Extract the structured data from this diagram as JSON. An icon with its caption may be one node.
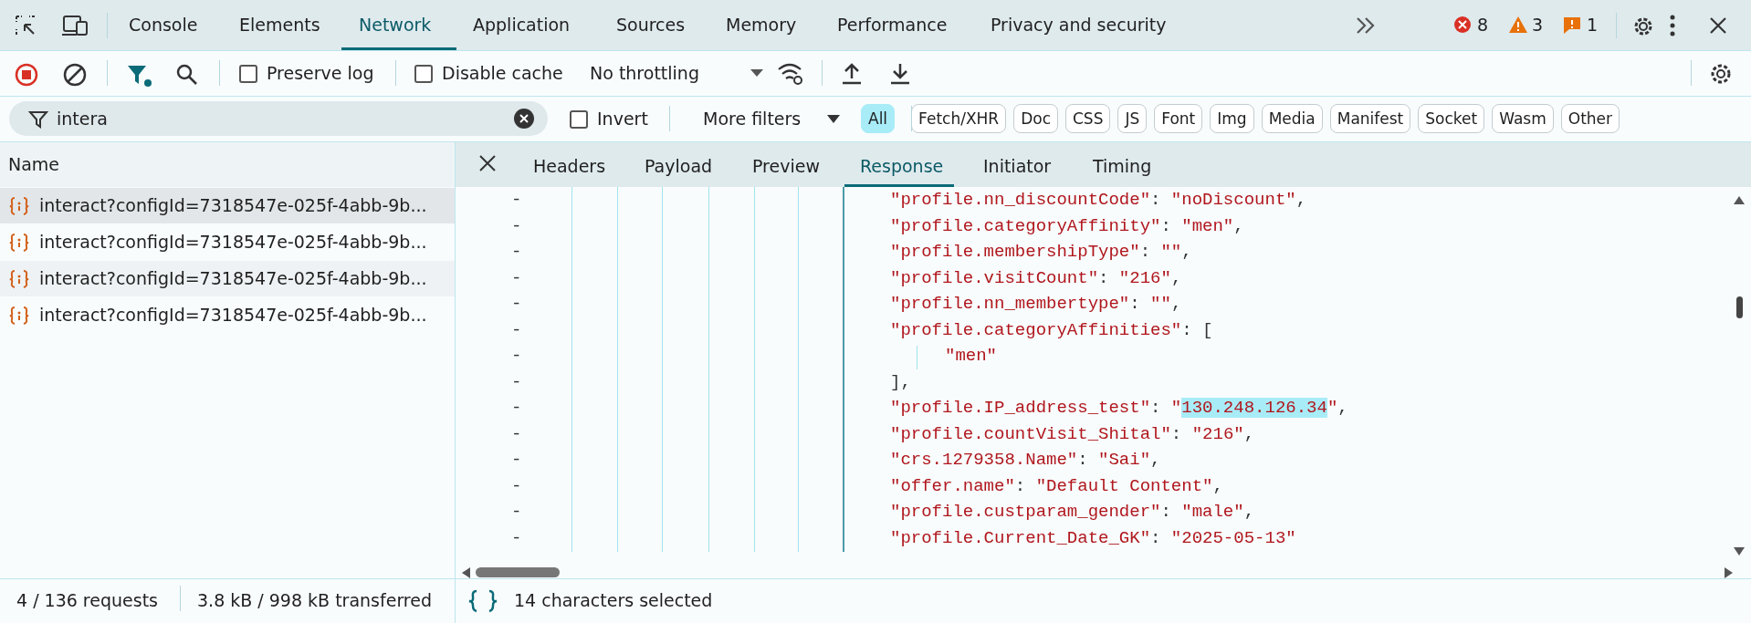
{
  "diagram": {
    "labels": [
      "Console",
      "Elements",
      "Network",
      "Application",
      "Sources",
      "Memory",
      "Performance",
      "Privacy and security",
      "8",
      "3",
      "1",
      "Preserve log",
      "Disable cache",
      "No throttling",
      "intera",
      "Invert",
      "More filters",
      "All",
      "Fetch/XHR",
      "Doc",
      "CSS",
      "JS",
      "Font",
      "Img",
      "Media",
      "Manifest",
      "Socket",
      "Wasm",
      "Other",
      "Name",
      "interact?configId=7318547e-025f-4abb-9b...",
      "interact?configId=7318547e-025f-4abb-9b...",
      "interact?configId=7318547e-025f-4abb-9b...",
      "interact?configId=7318547e-025f-4abb-9b...",
      "Headers",
      "Payload",
      "Preview",
      "Response",
      "Initiator",
      "Timing",
      "-",
      "\"profile.nn_discountCode\": \"noDiscount\",",
      "-",
      "\"profile.categoryAffinity\": \"men\",",
      "-",
      "\"profile.membershipType\": \"\",",
      "-",
      "\"profile.visitCount\": \"216\",",
      "-",
      "\"profile.nn_membertype\": \"\",",
      "-",
      "\"profile.categoryAffinities\": [",
      "-",
      "\"men\"",
      "-",
      "],",
      "-",
      "\"profile.IP_address_test\": \"130.248.126.34\",",
      "-",
      "\"profile.countVisit_Shital\": \"216\",",
      "-",
      "\"crs.1279358.Name\": \"Sai\",",
      "-",
      "\"offer.name\": \"Default Content\",",
      "-",
      "\"profile.custparam_gender\": \"male\",",
      "-",
      "\"profile.Current_Date_GK\": \"2025-05-13\"",
      "4 / 136 requests",
      "3.8 kB / 998 kB transferred",
      "14 characters selected"
    ]
  }
}
